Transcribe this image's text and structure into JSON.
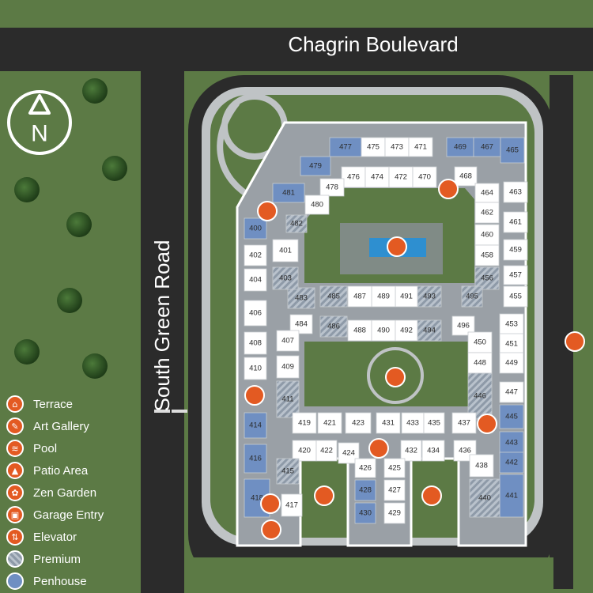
{
  "roads": {
    "north": "Chagrin Boulevard",
    "west": "South Green Road"
  },
  "compass": {
    "label": "N"
  },
  "legend": [
    {
      "key": "terrace",
      "label": "Terrace",
      "icon": "terrace-icon"
    },
    {
      "key": "art-gallery",
      "label": "Art Gallery",
      "icon": "paintbrush-icon"
    },
    {
      "key": "pool",
      "label": "Pool",
      "icon": "pool-ladder-icon"
    },
    {
      "key": "patio",
      "label": "Patio Area",
      "icon": "patio-icon"
    },
    {
      "key": "zen",
      "label": "Zen Garden",
      "icon": "flower-icon"
    },
    {
      "key": "garage",
      "label": "Garage Entry",
      "icon": "garage-icon"
    },
    {
      "key": "elevator",
      "label": "Elevator",
      "icon": "elevator-icon"
    },
    {
      "key": "premium",
      "label": "Premium",
      "icon": "premium-swatch"
    },
    {
      "key": "penthouse",
      "label": "Penhouse",
      "icon": "penthouse-swatch"
    }
  ],
  "colors": {
    "grass": "#5c7a45",
    "asphalt": "#2b2b2b",
    "sidewalk": "#bfc3c5",
    "unit": "#ffffff",
    "premium": "#8e9aa8",
    "penthouse": "#6f8fc2",
    "amenity": "#e35a22"
  },
  "units": [
    {
      "n": "477",
      "t": "penthouse"
    },
    {
      "n": "475",
      "t": "standard"
    },
    {
      "n": "473",
      "t": "standard"
    },
    {
      "n": "471",
      "t": "standard"
    },
    {
      "n": "469",
      "t": "penthouse"
    },
    {
      "n": "467",
      "t": "penthouse"
    },
    {
      "n": "465",
      "t": "penthouse"
    },
    {
      "n": "479",
      "t": "penthouse"
    },
    {
      "n": "476",
      "t": "standard"
    },
    {
      "n": "474",
      "t": "standard"
    },
    {
      "n": "472",
      "t": "standard"
    },
    {
      "n": "470",
      "t": "standard"
    },
    {
      "n": "468",
      "t": "standard"
    },
    {
      "n": "478",
      "t": "standard"
    },
    {
      "n": "481",
      "t": "penthouse"
    },
    {
      "n": "480",
      "t": "standard"
    },
    {
      "n": "482",
      "t": "premium"
    },
    {
      "n": "464",
      "t": "standard"
    },
    {
      "n": "463",
      "t": "standard"
    },
    {
      "n": "462",
      "t": "standard"
    },
    {
      "n": "461",
      "t": "standard"
    },
    {
      "n": "460",
      "t": "standard"
    },
    {
      "n": "459",
      "t": "standard"
    },
    {
      "n": "458",
      "t": "standard"
    },
    {
      "n": "457",
      "t": "standard"
    },
    {
      "n": "456",
      "t": "premium"
    },
    {
      "n": "455",
      "t": "standard"
    },
    {
      "n": "495",
      "t": "premium"
    },
    {
      "n": "493",
      "t": "premium"
    },
    {
      "n": "491",
      "t": "standard"
    },
    {
      "n": "489",
      "t": "standard"
    },
    {
      "n": "487",
      "t": "standard"
    },
    {
      "n": "485",
      "t": "premium"
    },
    {
      "n": "483",
      "t": "premium"
    },
    {
      "n": "400",
      "t": "penthouse"
    },
    {
      "n": "401",
      "t": "standard"
    },
    {
      "n": "402",
      "t": "standard"
    },
    {
      "n": "403",
      "t": "premium"
    },
    {
      "n": "404",
      "t": "standard"
    },
    {
      "n": "406",
      "t": "standard"
    },
    {
      "n": "484",
      "t": "standard"
    },
    {
      "n": "486",
      "t": "premium"
    },
    {
      "n": "488",
      "t": "standard"
    },
    {
      "n": "490",
      "t": "standard"
    },
    {
      "n": "492",
      "t": "standard"
    },
    {
      "n": "494",
      "t": "premium"
    },
    {
      "n": "496",
      "t": "standard"
    },
    {
      "n": "453",
      "t": "standard"
    },
    {
      "n": "407",
      "t": "standard"
    },
    {
      "n": "408",
      "t": "standard"
    },
    {
      "n": "450",
      "t": "standard"
    },
    {
      "n": "451",
      "t": "standard"
    },
    {
      "n": "409",
      "t": "standard"
    },
    {
      "n": "410",
      "t": "standard"
    },
    {
      "n": "448",
      "t": "standard"
    },
    {
      "n": "449",
      "t": "standard"
    },
    {
      "n": "411",
      "t": "premium"
    },
    {
      "n": "446",
      "t": "premium"
    },
    {
      "n": "447",
      "t": "standard"
    },
    {
      "n": "445",
      "t": "penthouse"
    },
    {
      "n": "414",
      "t": "penthouse"
    },
    {
      "n": "419",
      "t": "standard"
    },
    {
      "n": "421",
      "t": "standard"
    },
    {
      "n": "423",
      "t": "standard"
    },
    {
      "n": "431",
      "t": "standard"
    },
    {
      "n": "433",
      "t": "standard"
    },
    {
      "n": "435",
      "t": "standard"
    },
    {
      "n": "437",
      "t": "standard"
    },
    {
      "n": "443",
      "t": "penthouse"
    },
    {
      "n": "420",
      "t": "standard"
    },
    {
      "n": "422",
      "t": "standard"
    },
    {
      "n": "424",
      "t": "standard"
    },
    {
      "n": "432",
      "t": "standard"
    },
    {
      "n": "434",
      "t": "standard"
    },
    {
      "n": "436",
      "t": "standard"
    },
    {
      "n": "416",
      "t": "penthouse"
    },
    {
      "n": "442",
      "t": "penthouse"
    },
    {
      "n": "415",
      "t": "premium"
    },
    {
      "n": "426",
      "t": "standard"
    },
    {
      "n": "425",
      "t": "standard"
    },
    {
      "n": "438",
      "t": "standard"
    },
    {
      "n": "428",
      "t": "penthouse"
    },
    {
      "n": "427",
      "t": "standard"
    },
    {
      "n": "441",
      "t": "penthouse"
    },
    {
      "n": "440",
      "t": "premium"
    },
    {
      "n": "418",
      "t": "penthouse"
    },
    {
      "n": "417",
      "t": "standard"
    },
    {
      "n": "430",
      "t": "penthouse"
    },
    {
      "n": "429",
      "t": "standard"
    }
  ]
}
